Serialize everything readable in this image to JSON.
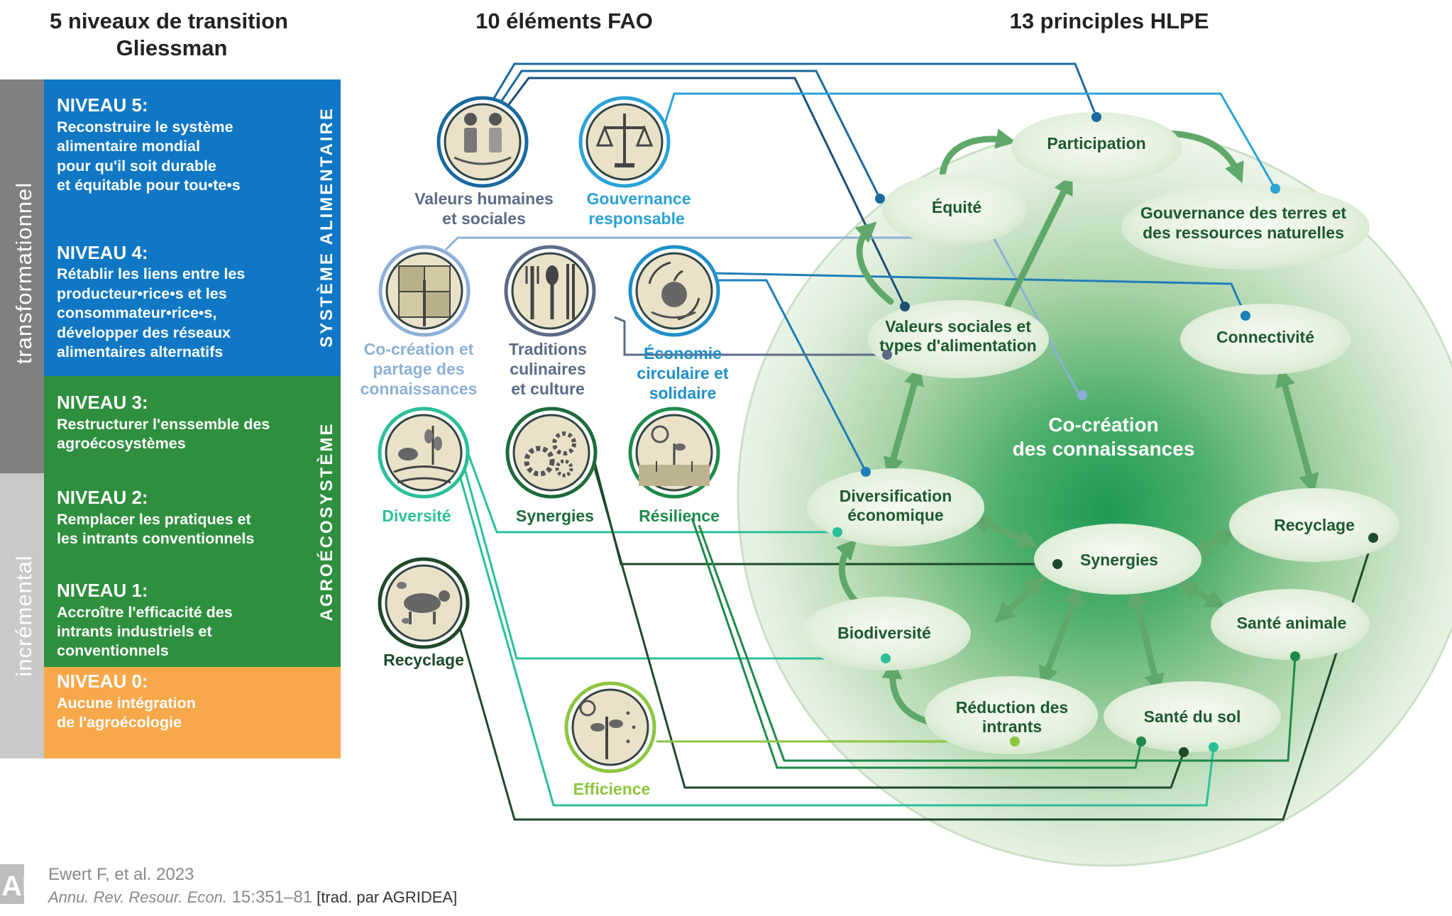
{
  "headers": {
    "gliessman_line1": "5 niveaux de transition",
    "gliessman_line2": "Gliessman",
    "fao": "10 éléments  FAO",
    "hlpe": "13 principles HLPE"
  },
  "side_labels": {
    "transformational": "transformationnel",
    "incremental": "incrémental",
    "food_system": "SYSTÈME ALIMENTAIRE",
    "agroecosystem": "AGROÉCOSYSTÈME"
  },
  "levels": [
    {
      "title": "NIVEAU 5:",
      "lines": [
        "Reconstruire le système",
        "alimentaire mondial",
        "pour qu'il soit durable",
        "et équitable pour tou•te•s"
      ]
    },
    {
      "title": "NIVEAU 4:",
      "lines": [
        "Rétablir les liens entre les",
        "producteur•rice•s et les",
        "consommateur•rice•s,",
        "développer des réseaux",
        "alimentaires alternatifs"
      ]
    },
    {
      "title": "NIVEAU 3:",
      "lines": [
        "Restructurer l'enssemble des",
        "agroécosystèmes"
      ]
    },
    {
      "title": "NIVEAU 2:",
      "lines": [
        "Remplacer les pratiques et",
        "les intrants conventionnels"
      ]
    },
    {
      "title": "NIVEAU 1:",
      "lines": [
        "Accroître l'efficacité des",
        "intrants industriels et",
        "conventionnels"
      ]
    },
    {
      "title": "NIVEAU 0:",
      "lines": [
        "Aucune intégration",
        "de l'agroécologie"
      ]
    }
  ],
  "fao_elements": [
    {
      "id": "valeurs",
      "lines": [
        "Valeurs humaines",
        "et sociales"
      ],
      "color": "#5b6b86"
    },
    {
      "id": "gouvernance",
      "lines": [
        "Gouvernance",
        "responsable"
      ],
      "color": "#2aa3d8"
    },
    {
      "id": "cocreation",
      "lines": [
        "Co-création et",
        "partage des",
        "connaissances"
      ],
      "color": "#8cb0d6"
    },
    {
      "id": "traditions",
      "lines": [
        "Traditions",
        "culinaires",
        "et culture"
      ],
      "color": "#5b6b86"
    },
    {
      "id": "economie",
      "lines": [
        "Économie",
        "circulaire et",
        "solidaire"
      ],
      "color": "#1e8fc9"
    },
    {
      "id": "diversite",
      "lines": [
        "Diversité"
      ],
      "color": "#2bbf9a"
    },
    {
      "id": "synergies",
      "lines": [
        "Synergies"
      ],
      "color": "#1d6b3a"
    },
    {
      "id": "resilience",
      "lines": [
        "Résilience"
      ],
      "color": "#1d8a4a"
    },
    {
      "id": "recyclage",
      "lines": [
        "Recyclage"
      ],
      "color": "#1d4a2a"
    },
    {
      "id": "efficience",
      "lines": [
        "Efficience"
      ],
      "color": "#8cc63f"
    }
  ],
  "hlpe_principles": [
    {
      "id": "participation",
      "lines": [
        "Participation"
      ]
    },
    {
      "id": "equite",
      "lines": [
        "Équité"
      ]
    },
    {
      "id": "gouvernance_terres",
      "lines": [
        "Gouvernance des terres et",
        "des ressources naturelles"
      ]
    },
    {
      "id": "valeurs_sociales",
      "lines": [
        "Valeurs sociales et",
        "types d'alimentation"
      ]
    },
    {
      "id": "connectivite",
      "lines": [
        "Connectivité"
      ]
    },
    {
      "id": "diversification",
      "lines": [
        "Diversification",
        "économique"
      ]
    },
    {
      "id": "recyclage_h",
      "lines": [
        "Recyclage"
      ]
    },
    {
      "id": "synergies_h",
      "lines": [
        "Synergies"
      ]
    },
    {
      "id": "biodiversite",
      "lines": [
        "Biodiversité"
      ]
    },
    {
      "id": "sante_animale",
      "lines": [
        "Santé animale"
      ]
    },
    {
      "id": "reduction",
      "lines": [
        "Réduction des",
        "intrants"
      ]
    },
    {
      "id": "sante_sol",
      "lines": [
        "Santé du sol"
      ]
    }
  ],
  "center": {
    "lines": [
      "Co-création",
      "des connaissances"
    ]
  },
  "citation": {
    "logo": "AR",
    "author": "Ewert F, et al. 2023",
    "journal": "Annu. Rev. Resour. Econ.",
    "pages": " 15:351–81",
    "translation": " [trad. par AGRIDEA]"
  },
  "colors": {
    "level5": "#0f77c4",
    "level3": "#2e8f3e",
    "level0": "#f7a84a",
    "side_dark": "#808080",
    "side_light": "#c9c9c9",
    "node_text": "#1d5a2e"
  }
}
